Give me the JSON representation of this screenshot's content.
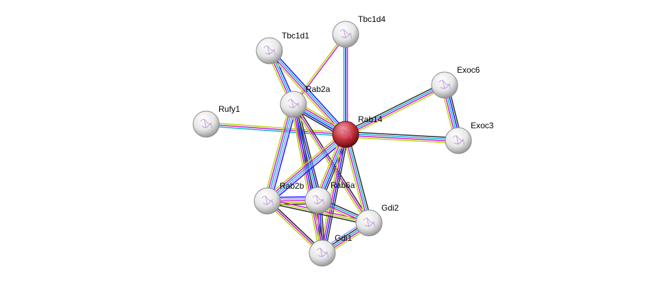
{
  "network": {
    "query_node": "Rab14",
    "nodes": [
      {
        "id": "Tbc1d4",
        "label": "Tbc1d4"
      },
      {
        "id": "Tbc1d1",
        "label": "Tbc1d1"
      },
      {
        "id": "Exoc6",
        "label": "Exoc6"
      },
      {
        "id": "Rab2a",
        "label": "Rab2a"
      },
      {
        "id": "Rufy1",
        "label": "Rufy1"
      },
      {
        "id": "Rab14",
        "label": "Rab14"
      },
      {
        "id": "Exoc3",
        "label": "Exoc3"
      },
      {
        "id": "Rab2b",
        "label": "Rab2b"
      },
      {
        "id": "Rab6a",
        "label": "Rab6a"
      },
      {
        "id": "Gdi2",
        "label": "Gdi2"
      },
      {
        "id": "Gdi1",
        "label": "Gdi1"
      }
    ],
    "edge_colors": {
      "dark": "#333333",
      "blue": "#2020ff",
      "lightblue": "#9a9aff",
      "cyan": "#1ab8d8",
      "magenta": "#d022d0",
      "yellow": "#b8d81a"
    },
    "query_color": "#c0303a",
    "node_color": "#e8e8e8",
    "edges": [
      {
        "a": "Rab14",
        "b": "Tbc1d4",
        "types": [
          "cyan",
          "blue",
          "magenta"
        ]
      },
      {
        "a": "Rab2a",
        "b": "Tbc1d4",
        "types": [
          "yellow",
          "magenta"
        ]
      },
      {
        "a": "Rab2a",
        "b": "Tbc1d1",
        "types": [
          "yellow",
          "magenta",
          "cyan",
          "blue"
        ]
      },
      {
        "a": "Rab14",
        "b": "Tbc1d1",
        "types": [
          "yellow",
          "magenta",
          "cyan",
          "blue"
        ]
      },
      {
        "a": "Rab14",
        "b": "Rufy1",
        "types": [
          "cyan",
          "magenta",
          "yellow"
        ]
      },
      {
        "a": "Rab2a",
        "b": "Rab14",
        "types": [
          "yellow",
          "magenta",
          "cyan",
          "blue",
          "dark"
        ]
      },
      {
        "a": "Rab14",
        "b": "Exoc6",
        "types": [
          "dark",
          "cyan",
          "magenta",
          "yellow"
        ]
      },
      {
        "a": "Exoc6",
        "b": "Exoc3",
        "types": [
          "dark",
          "blue",
          "cyan",
          "magenta",
          "yellow"
        ]
      },
      {
        "a": "Rab14",
        "b": "Exoc3",
        "types": [
          "dark",
          "cyan",
          "magenta",
          "yellow"
        ]
      },
      {
        "a": "Rab2a",
        "b": "Rab2b",
        "types": [
          "blue",
          "lightblue",
          "cyan",
          "magenta",
          "yellow"
        ]
      },
      {
        "a": "Rab2a",
        "b": "Rab6a",
        "types": [
          "dark",
          "blue",
          "cyan",
          "magenta",
          "yellow"
        ]
      },
      {
        "a": "Rab2a",
        "b": "Gdi1",
        "types": [
          "dark",
          "blue",
          "magenta",
          "yellow"
        ]
      },
      {
        "a": "Rab2a",
        "b": "Gdi2",
        "types": [
          "dark",
          "magenta",
          "yellow"
        ]
      },
      {
        "a": "Rab14",
        "b": "Rab2b",
        "types": [
          "blue",
          "lightblue",
          "cyan",
          "magenta",
          "yellow"
        ]
      },
      {
        "a": "Rab14",
        "b": "Rab6a",
        "types": [
          "dark",
          "blue",
          "cyan",
          "magenta",
          "yellow"
        ]
      },
      {
        "a": "Rab14",
        "b": "Gdi1",
        "types": [
          "dark",
          "blue",
          "magenta",
          "yellow"
        ]
      },
      {
        "a": "Rab14",
        "b": "Gdi2",
        "types": [
          "dark",
          "cyan",
          "magenta",
          "yellow"
        ]
      },
      {
        "a": "Rab2b",
        "b": "Rab6a",
        "types": [
          "blue",
          "lightblue",
          "magenta",
          "yellow",
          "dark"
        ]
      },
      {
        "a": "Rab2b",
        "b": "Gdi1",
        "types": [
          "dark",
          "magenta",
          "yellow"
        ]
      },
      {
        "a": "Rab2b",
        "b": "Gdi2",
        "types": [
          "magenta",
          "yellow",
          "dark"
        ]
      },
      {
        "a": "Rab6a",
        "b": "Gdi1",
        "types": [
          "dark",
          "blue",
          "magenta",
          "yellow"
        ]
      },
      {
        "a": "Rab6a",
        "b": "Gdi2",
        "types": [
          "dark",
          "cyan",
          "magenta",
          "yellow"
        ]
      },
      {
        "a": "Gdi1",
        "b": "Gdi2",
        "types": [
          "lightblue",
          "dark",
          "cyan",
          "magenta",
          "yellow"
        ]
      }
    ]
  }
}
